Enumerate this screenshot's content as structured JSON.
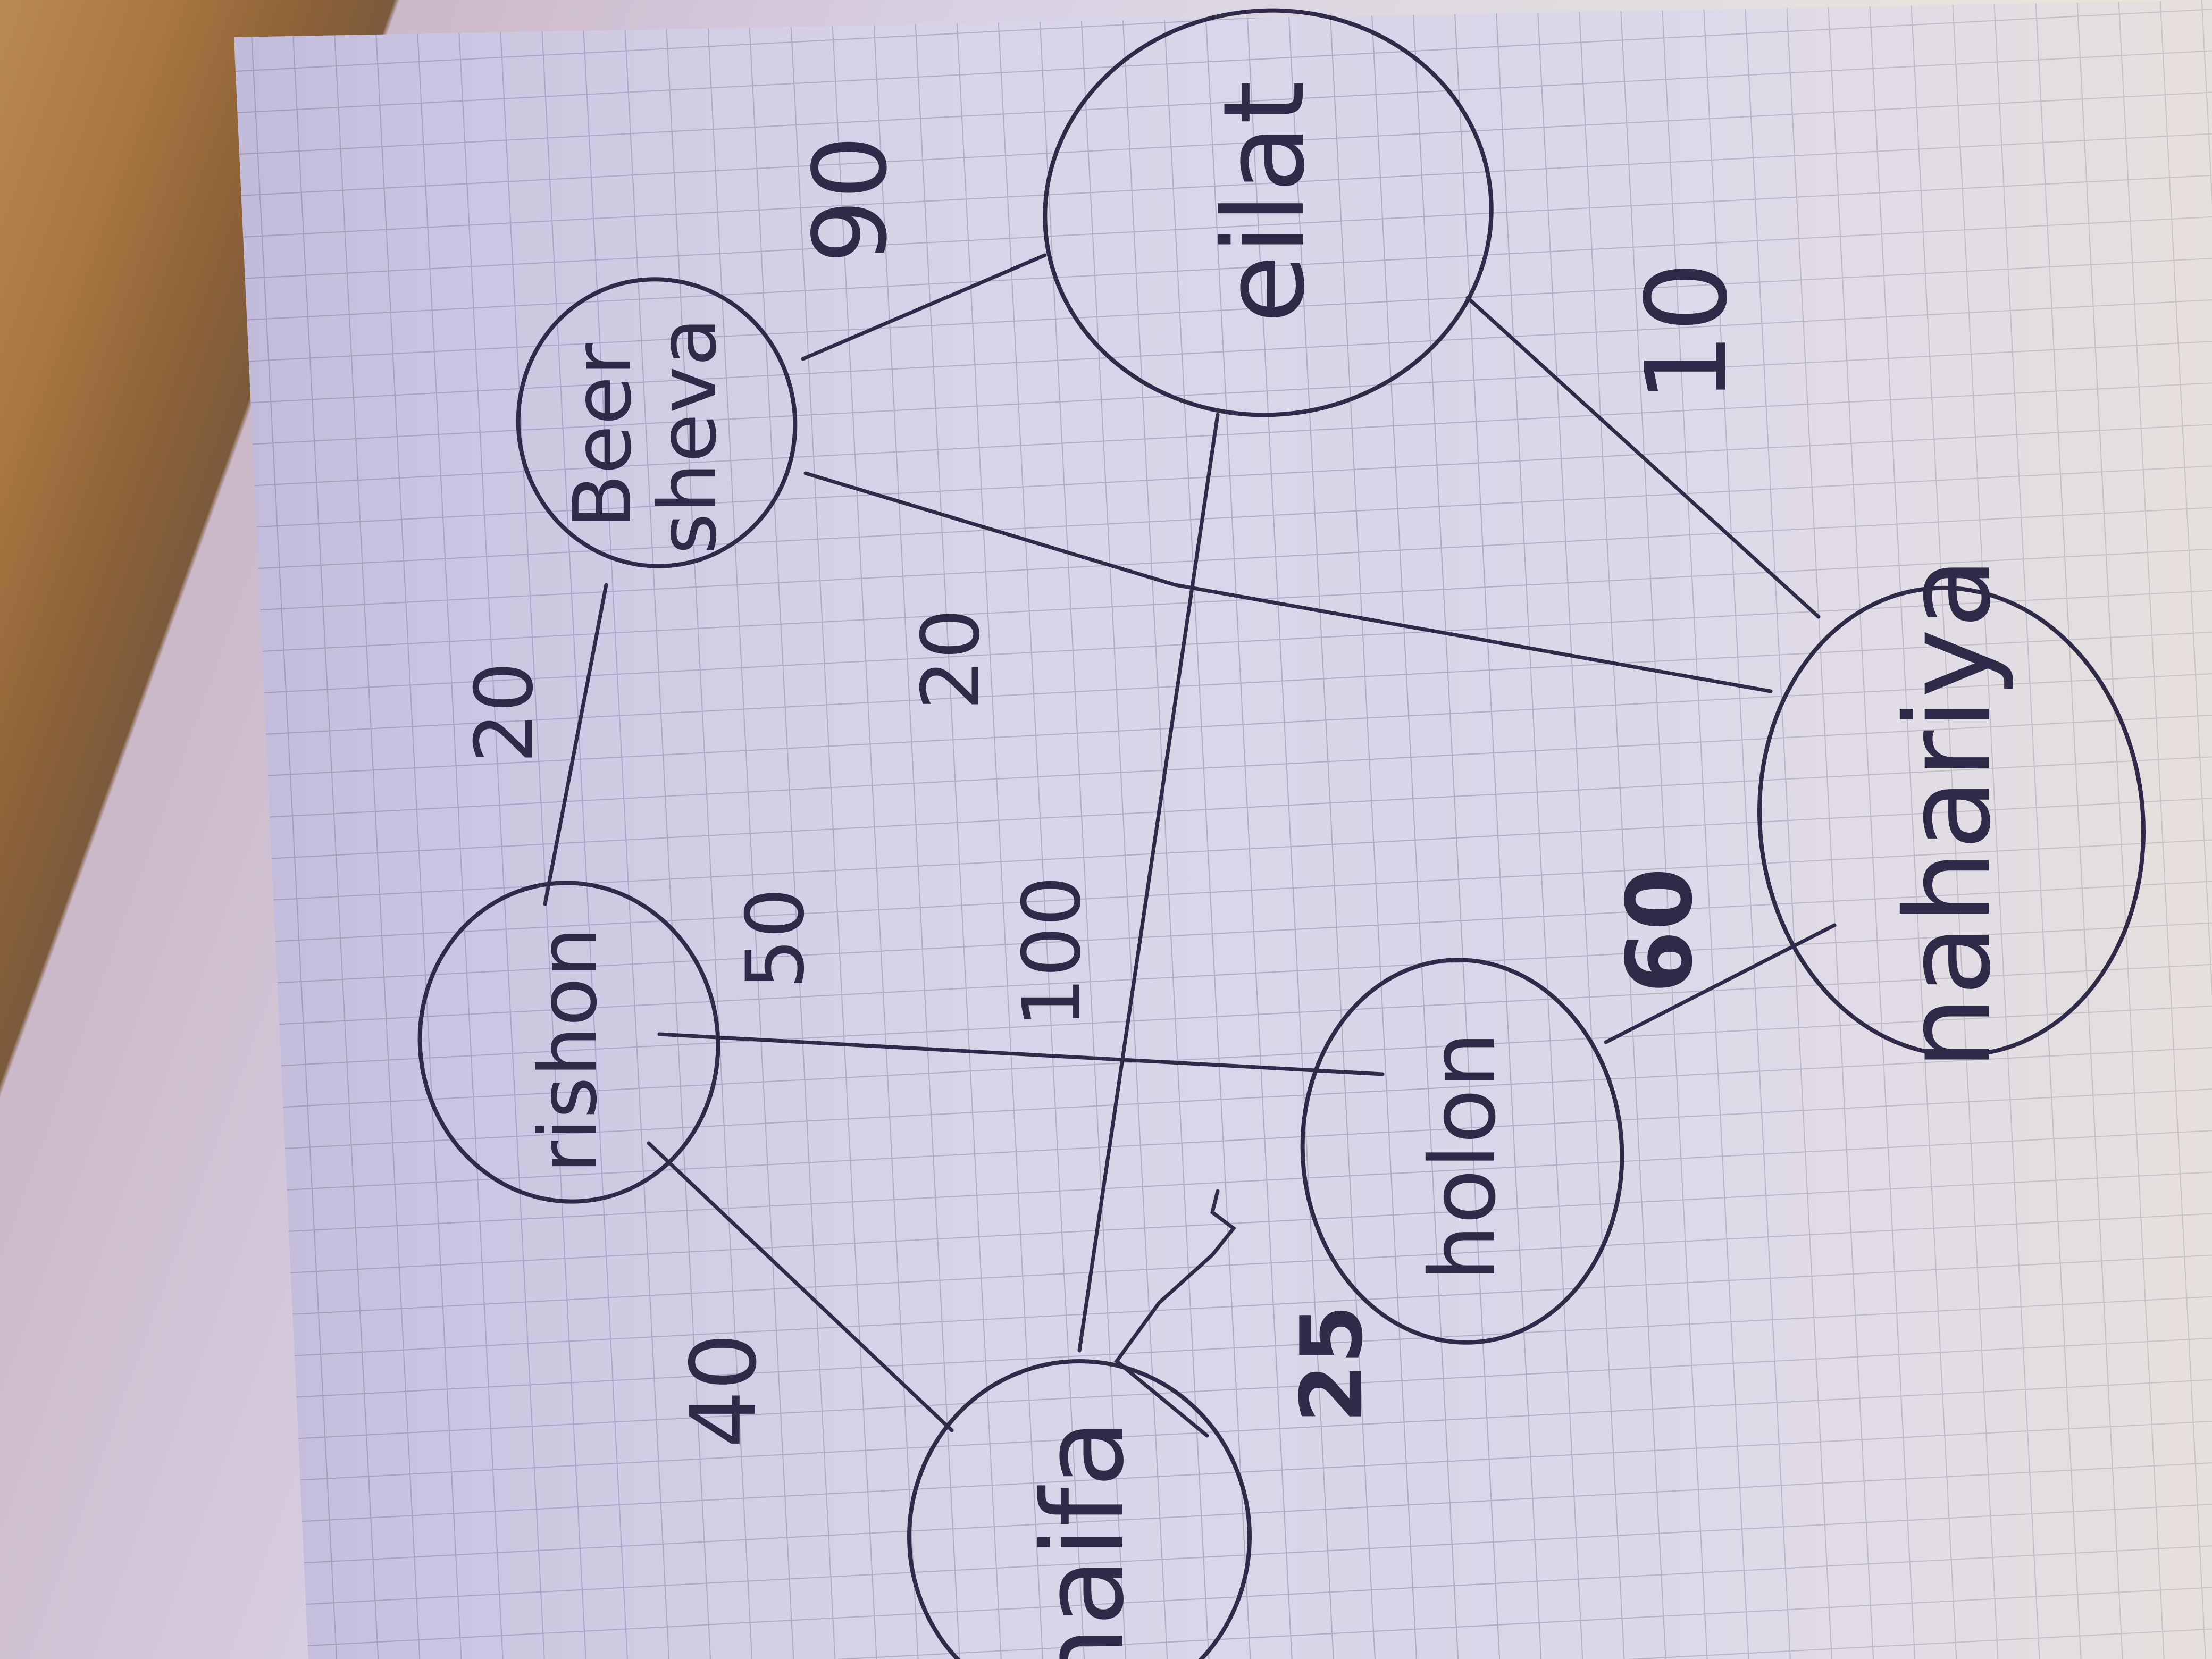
{
  "colors": {
    "ink": "#2f2a48",
    "paper": "#dcd6e6",
    "grid": "#9d9bb5",
    "desk": "#a9773f"
  },
  "graph": {
    "nodes": [
      {
        "id": "beer_sheva_top",
        "label": "Beer"
      },
      {
        "id": "beer_sheva_bottom",
        "label": "sheva"
      },
      {
        "id": "eilat",
        "label": "eilat"
      },
      {
        "id": "rishon",
        "label": "rishon"
      },
      {
        "id": "holon",
        "label": "holon"
      },
      {
        "id": "haifa",
        "label": "haifa"
      },
      {
        "id": "nahariya",
        "label": "nahariya"
      }
    ],
    "edges": [
      {
        "from": "rishon",
        "to": "beer sheva",
        "weight": "20"
      },
      {
        "from": "beer sheva",
        "to": "eilat",
        "weight": "90"
      },
      {
        "from": "eilat",
        "to": "nahariya",
        "weight": "10"
      },
      {
        "from": "beer sheva",
        "to": "nahariya",
        "weight": "20"
      },
      {
        "from": "eilat",
        "to": "haifa",
        "weight": "100"
      },
      {
        "from": "rishon",
        "to": "holon",
        "weight": "50"
      },
      {
        "from": "rishon",
        "to": "haifa",
        "weight": "40"
      },
      {
        "from": "haifa",
        "to": "holon",
        "weight": "25"
      },
      {
        "from": "holon",
        "to": "nahariya",
        "weight": "60"
      }
    ]
  }
}
